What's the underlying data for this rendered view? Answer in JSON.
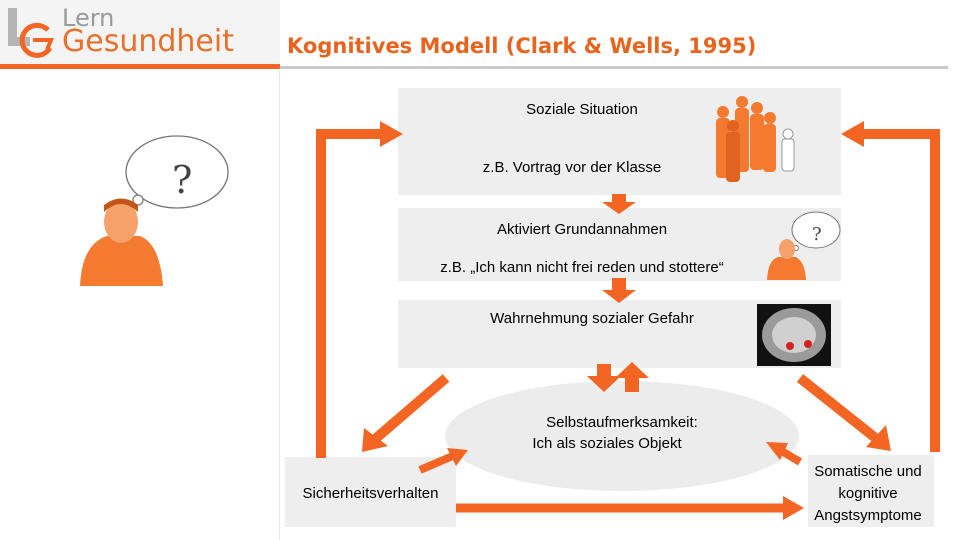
{
  "header": {
    "logo_top": "Lern",
    "logo_bottom": "Gesundheit",
    "title": "Kognitives Modell (Clark & Wells, 1995)"
  },
  "diagram": {
    "situation": {
      "heading": "Soziale Situation",
      "example": "z.B. Vortrag vor der Klasse"
    },
    "beliefs": {
      "heading": "Aktiviert Grundannahmen",
      "example": "z.B. „Ich kann nicht frei reden und stottere“"
    },
    "danger": {
      "heading": "Wahrnehmung sozialer Gefahr"
    },
    "self_focus": {
      "line1": "Selbstaufmerksamkeit:",
      "line2": "Ich als soziales Objekt"
    },
    "safety": {
      "label": "Sicherheitsverhalten"
    },
    "symptoms": {
      "line1": "Somatische und",
      "line2": "kognitive",
      "line3": "Angstsymptome"
    }
  },
  "colors": {
    "accent": "#f26522",
    "box": "#eeeeee",
    "title": "#e8641e"
  },
  "icons": [
    "thinking-person-large-icon",
    "thinking-person-small-icon",
    "crowd-icon",
    "brain-scan-icon"
  ]
}
